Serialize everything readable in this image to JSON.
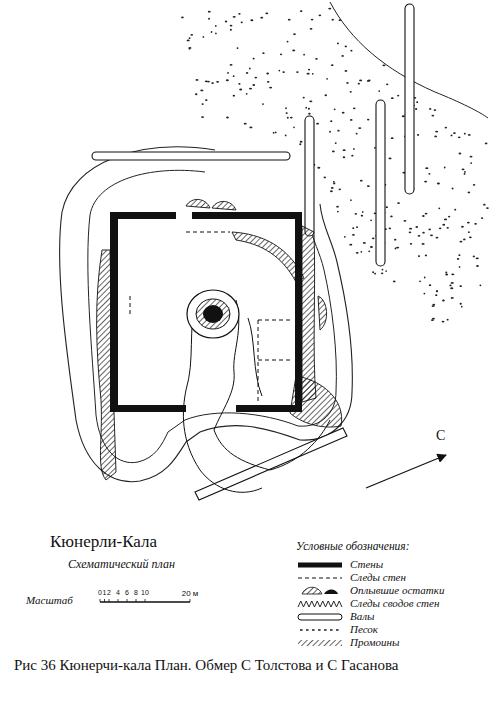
{
  "diagram": {
    "title": "Кюнерли-Кала",
    "caption": "Рис 36 Кюнерчи-кала План. Обмер С Толстова и С Гасанова",
    "labels": [
      "Схематический план",
      "Масштаб",
      "0",
      "1",
      "2",
      "4",
      "6",
      "8",
      "10",
      "20 м",
      "Условные обозначения:",
      "С"
    ],
    "legend": [
      {
        "text": "Стены"
      },
      {
        "text": "Следы стен"
      },
      {
        "text": "Оплывшие остатки"
      },
      {
        "text": "Следы сводов стен"
      },
      {
        "text": "Валы"
      },
      {
        "text": "Песок"
      },
      {
        "text": "Промоины"
      }
    ]
  }
}
